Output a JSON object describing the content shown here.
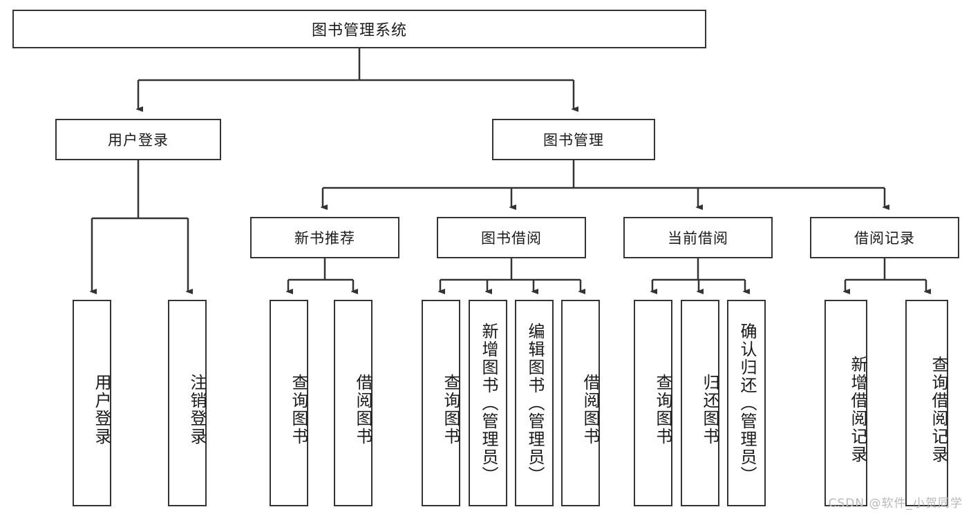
{
  "diagram": {
    "title": "图书管理系统",
    "type": "tree",
    "root": {
      "label": "图书管理系统"
    },
    "level2": [
      {
        "id": "user-login",
        "label": "用户登录"
      },
      {
        "id": "book-manage",
        "label": "图书管理"
      }
    ],
    "level3": [
      {
        "id": "new-book",
        "label": "新书推荐",
        "parent": "book-manage"
      },
      {
        "id": "borrow",
        "label": "图书借阅",
        "parent": "book-manage"
      },
      {
        "id": "current",
        "label": "当前借阅",
        "parent": "book-manage"
      },
      {
        "id": "records",
        "label": "借阅记录",
        "parent": "book-manage"
      }
    ],
    "leaves": [
      {
        "id": "leaf-1",
        "label": "用户登录",
        "parent": "user-login"
      },
      {
        "id": "leaf-2",
        "label": "注销登录",
        "parent": "user-login"
      },
      {
        "id": "leaf-3",
        "label": "查询图书",
        "parent": "new-book"
      },
      {
        "id": "leaf-4",
        "label": "借阅图书",
        "parent": "new-book"
      },
      {
        "id": "leaf-5",
        "label": "查询图书",
        "parent": "borrow"
      },
      {
        "id": "leaf-6",
        "label": "新增图书（管理员）",
        "parent": "borrow"
      },
      {
        "id": "leaf-7",
        "label": "编辑图书（管理员）",
        "parent": "borrow"
      },
      {
        "id": "leaf-8",
        "label": "借阅图书",
        "parent": "borrow"
      },
      {
        "id": "leaf-9",
        "label": "查询图书",
        "parent": "current"
      },
      {
        "id": "leaf-10",
        "label": "归还图书",
        "parent": "current"
      },
      {
        "id": "leaf-11",
        "label": "确认归还（管理员）",
        "parent": "current"
      },
      {
        "id": "leaf-12",
        "label": "新增借阅记录",
        "parent": "records"
      },
      {
        "id": "leaf-13",
        "label": "查询借阅记录",
        "parent": "records"
      }
    ]
  },
  "watermark": {
    "text": "CSDN @软件_小贺同学"
  },
  "colors": {
    "stroke": "#333333",
    "background": "#ffffff",
    "text": "#1a1a1a",
    "watermark": "#b9b9b9"
  }
}
